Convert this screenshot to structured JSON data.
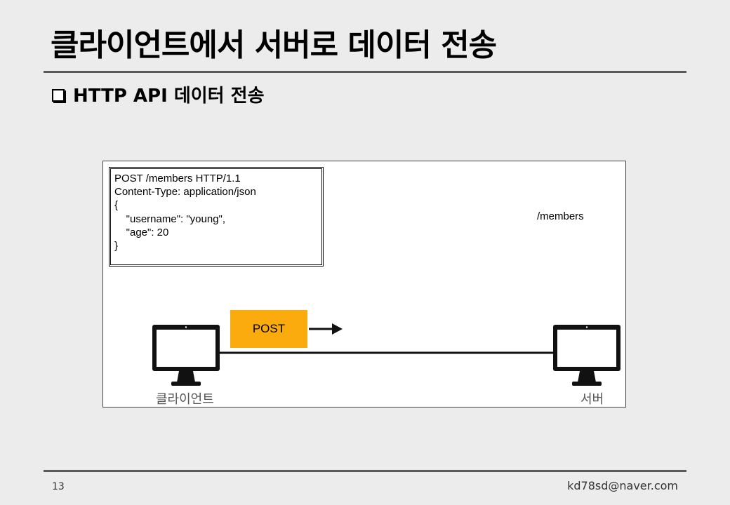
{
  "slide": {
    "title": "클라이언트에서 서버로 데이터 전송",
    "bullet": "HTTP API 데이터 전송"
  },
  "diagram": {
    "request_lines": [
      "POST /members HTTP/1.1",
      "Content-Type: application/json",
      "",
      "{",
      "    \"username\": \"young\",",
      "    \"age\": 20",
      "}"
    ],
    "path_label": "/members",
    "method_label": "POST",
    "client_label": "클라이언트",
    "server_label": "서버",
    "method_color": "#fbab0e"
  },
  "footer": {
    "page_number": "13",
    "email": "kd78sd@naver.com"
  }
}
